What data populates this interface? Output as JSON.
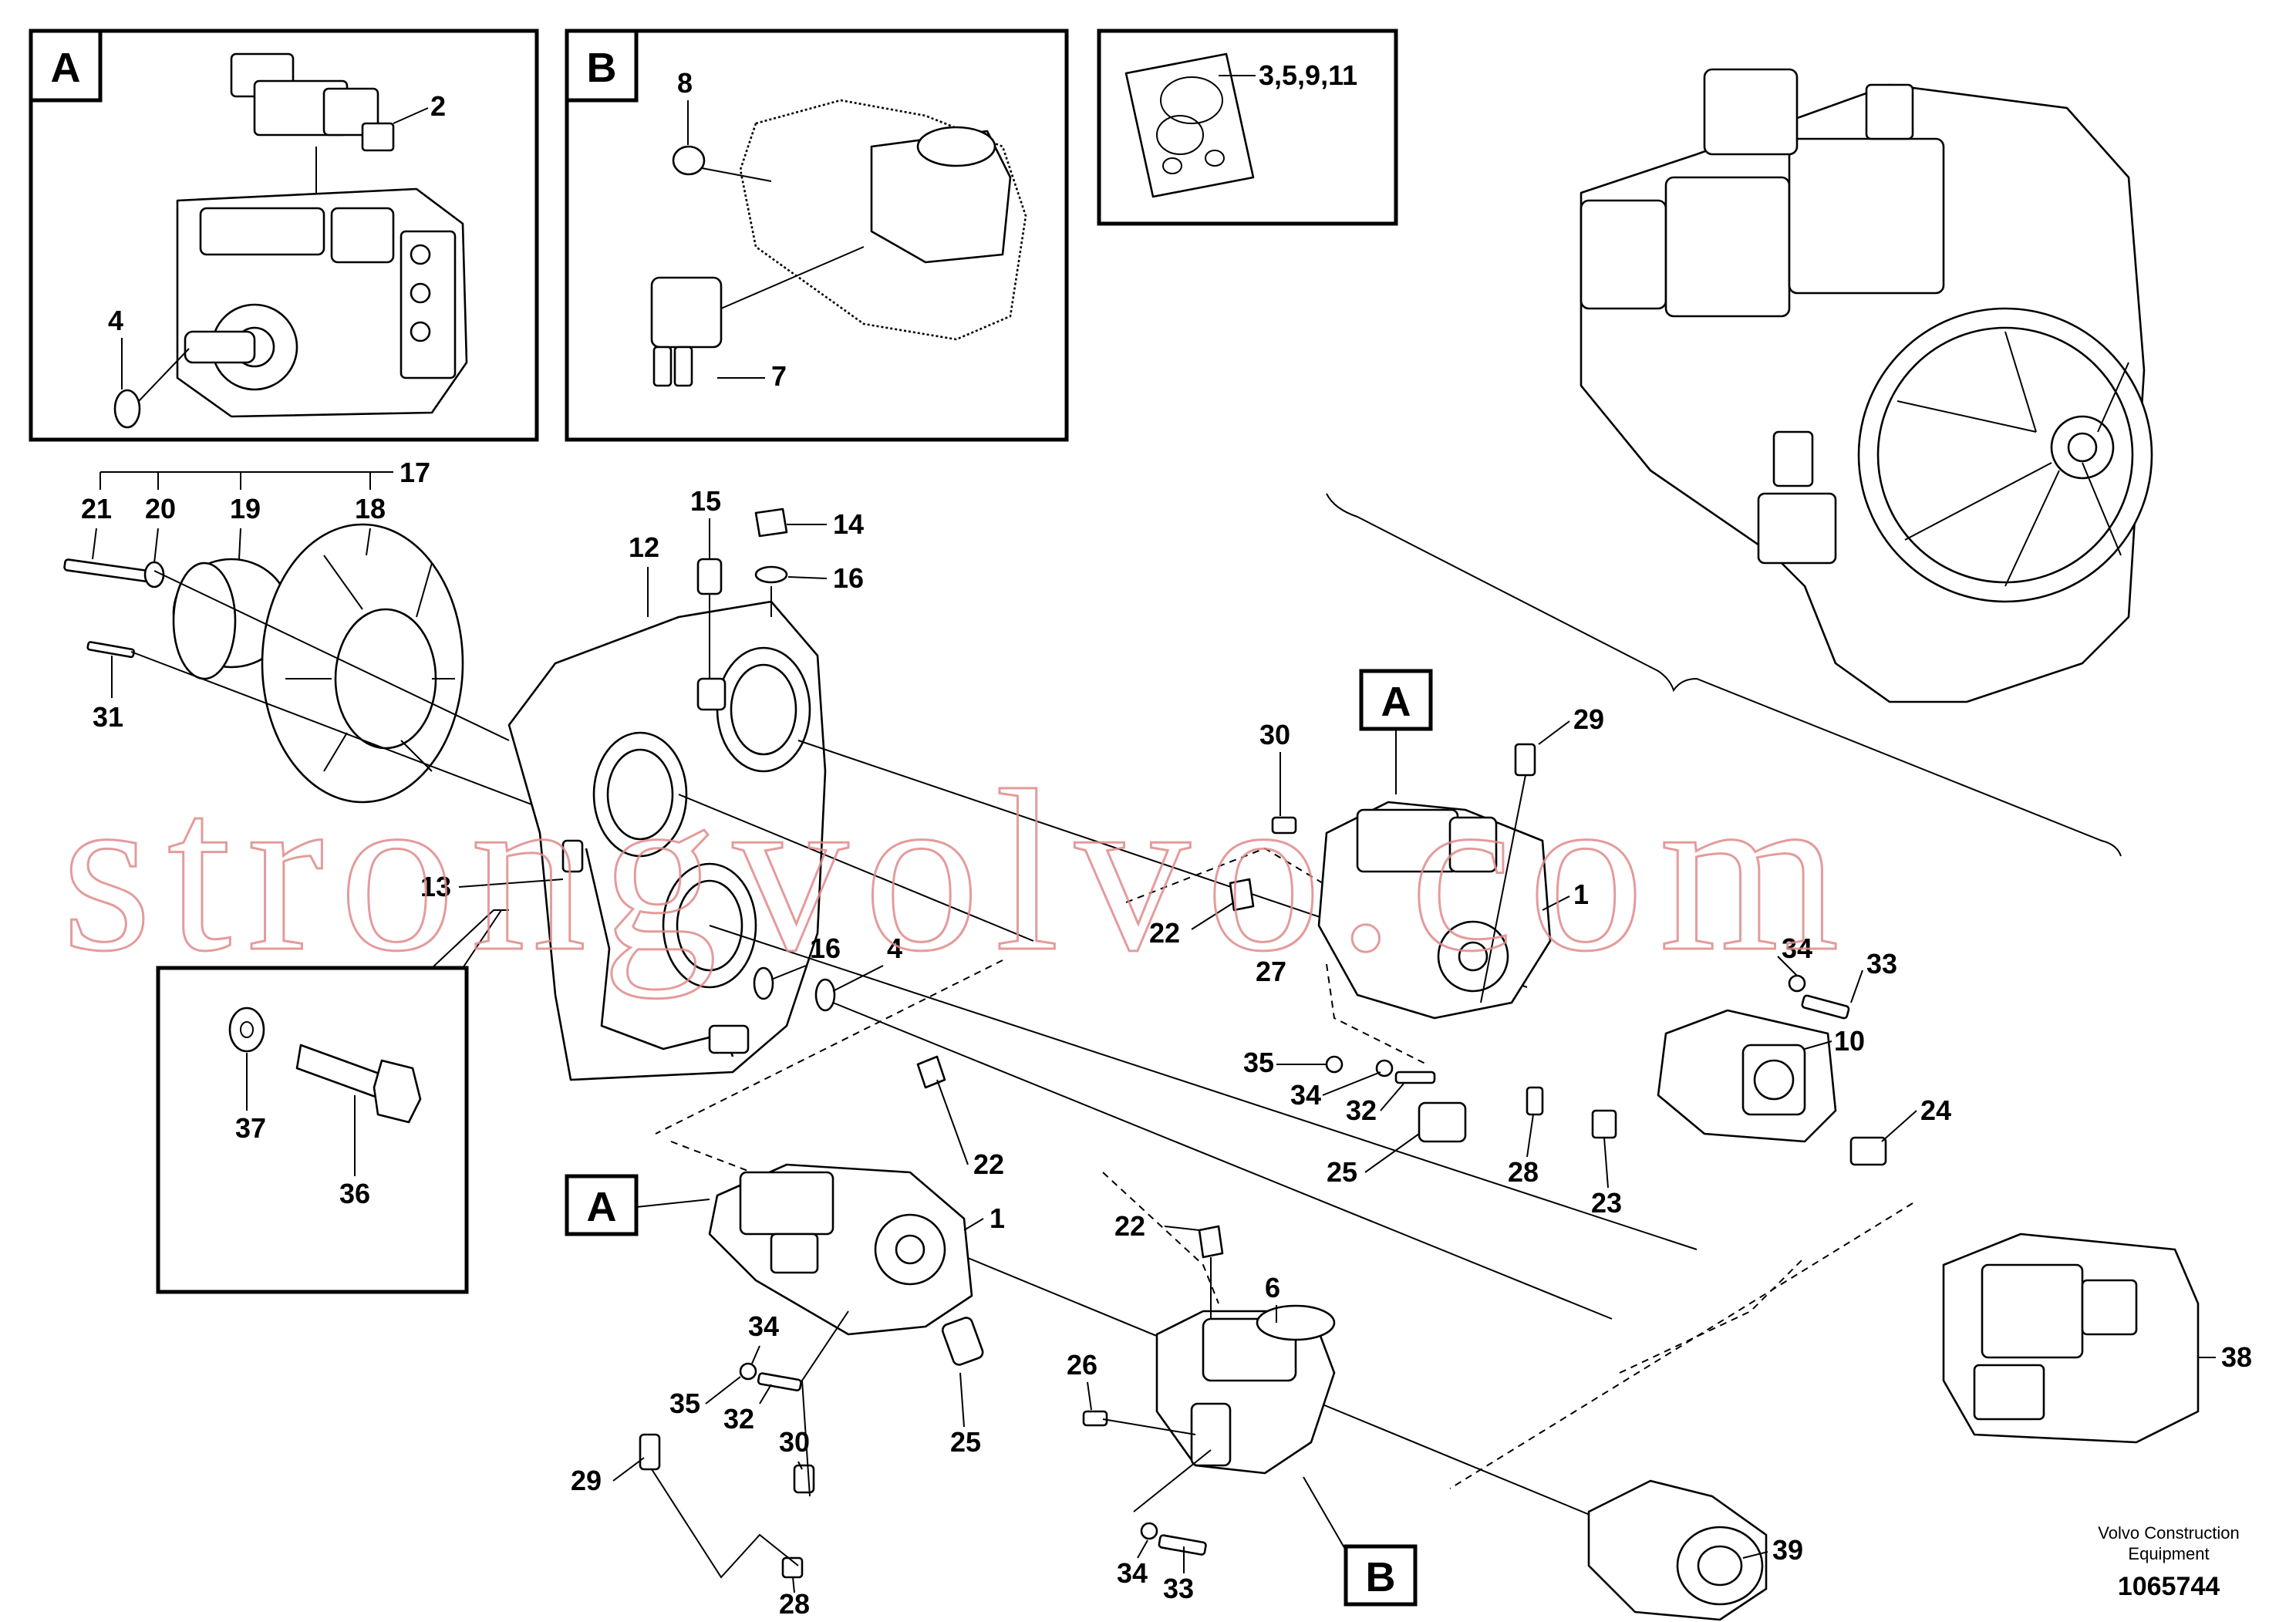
{
  "callouts": {
    "c1a": "1",
    "c1b": "1",
    "c2": "2",
    "c3591": "3,5,9,11",
    "c4a": "4",
    "c4b": "4",
    "c6": "6",
    "c7": "7",
    "c8": "8",
    "c10": "10",
    "c12": "12",
    "c13": "13",
    "c14": "14",
    "c15": "15",
    "c16a": "16",
    "c16b": "16",
    "c17": "17",
    "c18": "18",
    "c19": "19",
    "c20": "20",
    "c21": "21",
    "c22a": "22",
    "c22b": "22",
    "c22c": "22",
    "c23": "23",
    "c24": "24",
    "c25a": "25",
    "c25b": "25",
    "c26": "26",
    "c27": "27",
    "c28a": "28",
    "c28b": "28",
    "c29a": "29",
    "c29b": "29",
    "c30a": "30",
    "c30b": "30",
    "c31": "31",
    "c32a": "32",
    "c32b": "32",
    "c33a": "33",
    "c33b": "33",
    "c34a": "34",
    "c34b": "34",
    "c34c": "34",
    "c35a": "35",
    "c35b": "35",
    "c36": "36",
    "c37": "37",
    "c38": "38",
    "c39": "39"
  },
  "detail_tags": {
    "a_box": "A",
    "b_box": "B",
    "a_ref1": "A",
    "a_ref2": "A",
    "b_ref": "B"
  },
  "watermark": "strongvolvo.com",
  "footer": {
    "brand_line1": "Volvo Construction",
    "brand_line2": "Equipment",
    "doc_number": "1065744"
  }
}
